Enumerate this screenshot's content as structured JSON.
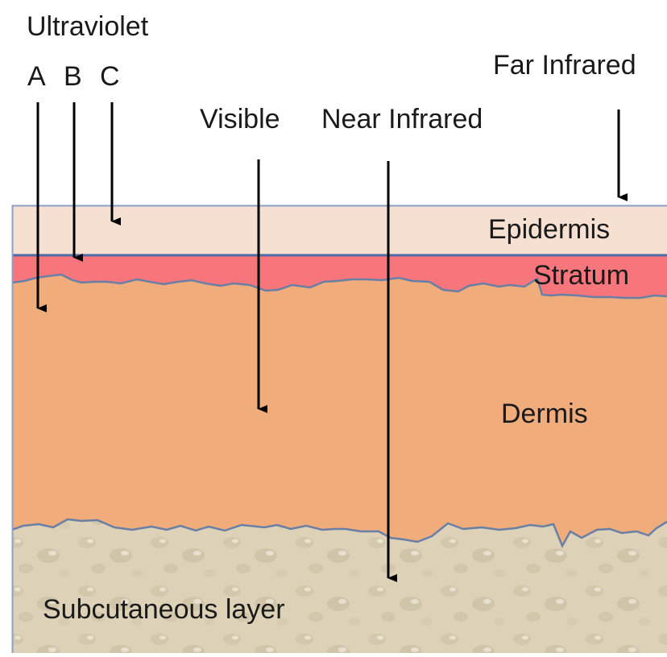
{
  "labels": {
    "ultraviolet": "Ultraviolet",
    "uv_a": "A",
    "uv_b": "B",
    "uv_c": "C",
    "visible": "Visible",
    "near_infrared": "Near Infrared",
    "far_infrared": "Far Infrared"
  },
  "layers": {
    "epidermis": "Epidermis",
    "stratum": "Stratum",
    "dermis": "Dermis",
    "subcutaneous": "Subcutaneous layer"
  },
  "colors": {
    "epidermis": "#f6e0d2",
    "stratum": "#f7767c",
    "dermis": "#f1ac7c",
    "subcutaneous": "#ddd2b8",
    "outline": "#5d7bb0",
    "arrow": "#000000"
  }
}
